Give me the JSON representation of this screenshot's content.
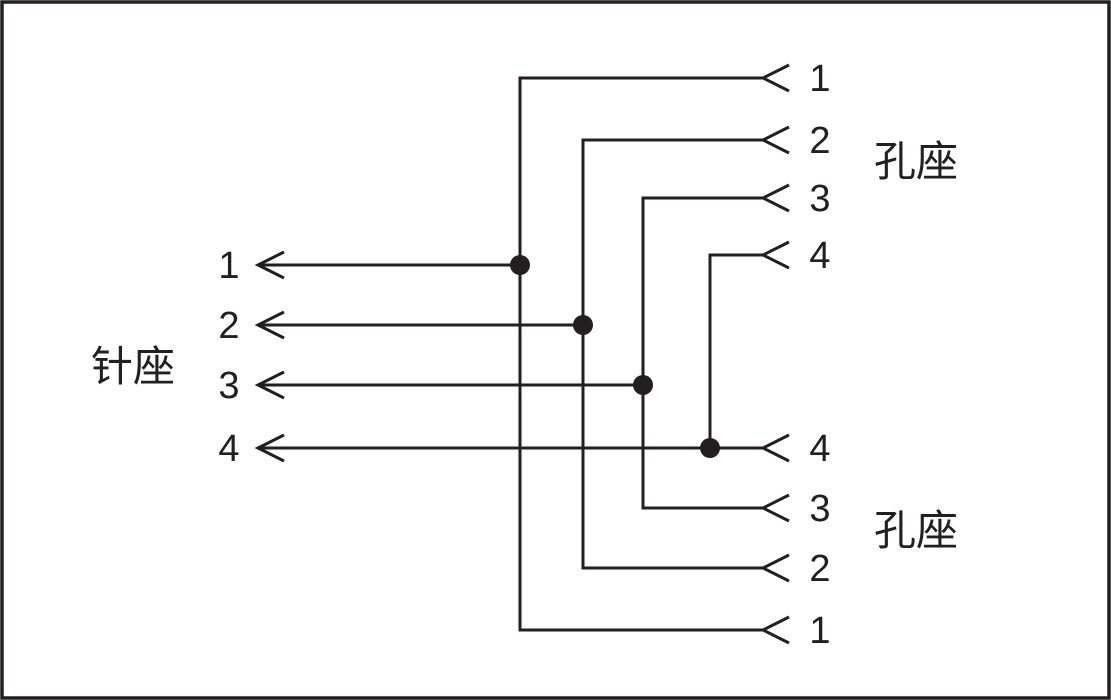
{
  "colors": {
    "line": "#231f20",
    "background": "#ffffff"
  },
  "diagram": {
    "left_connector": {
      "label": "针座",
      "pins": [
        "1",
        "2",
        "3",
        "4"
      ]
    },
    "right_top_connector": {
      "label": "孔座",
      "pins": [
        "1",
        "2",
        "3",
        "4"
      ]
    },
    "right_bottom_connector": {
      "label": "孔座",
      "pins": [
        "4",
        "3",
        "2",
        "1"
      ]
    },
    "connections": [
      {
        "from": "针座 1",
        "to": [
          "孔座(上) 1",
          "孔座(下) 1"
        ]
      },
      {
        "from": "针座 2",
        "to": [
          "孔座(上) 2",
          "孔座(下) 2"
        ]
      },
      {
        "from": "针座 3",
        "to": [
          "孔座(上) 3",
          "孔座(下) 3"
        ]
      },
      {
        "from": "针座 4",
        "to": [
          "孔座(上) 4",
          "孔座(下) 4"
        ]
      }
    ]
  }
}
